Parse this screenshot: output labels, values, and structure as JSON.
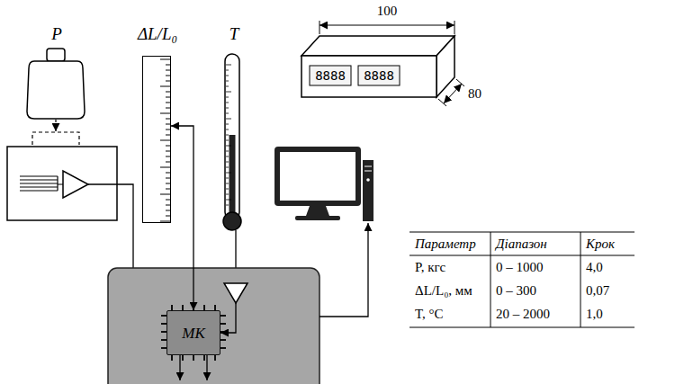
{
  "diagram": {
    "nodes": [
      {
        "text": [
          "P"
        ]
      },
      {
        "text": [
          "ΔL/L₀"
        ]
      },
      {
        "text": [
          "T"
        ]
      },
      {
        "text": [
          "МК"
        ]
      }
    ],
    "edges": [
      {
        "from": 1,
        "to": 3,
        "arrow": "both"
      }
    ],
    "labels": [
      "100",
      "80",
      "8888",
      "8888",
      "Параметр",
      "Діапазон",
      "Крок",
      "P, кгс",
      "0 – 1000",
      "4,0",
      "ΔL/L₀, мм",
      "0 – 300",
      "0,07",
      "T, °C",
      "20 – 2000",
      "1,0"
    ]
  }
}
